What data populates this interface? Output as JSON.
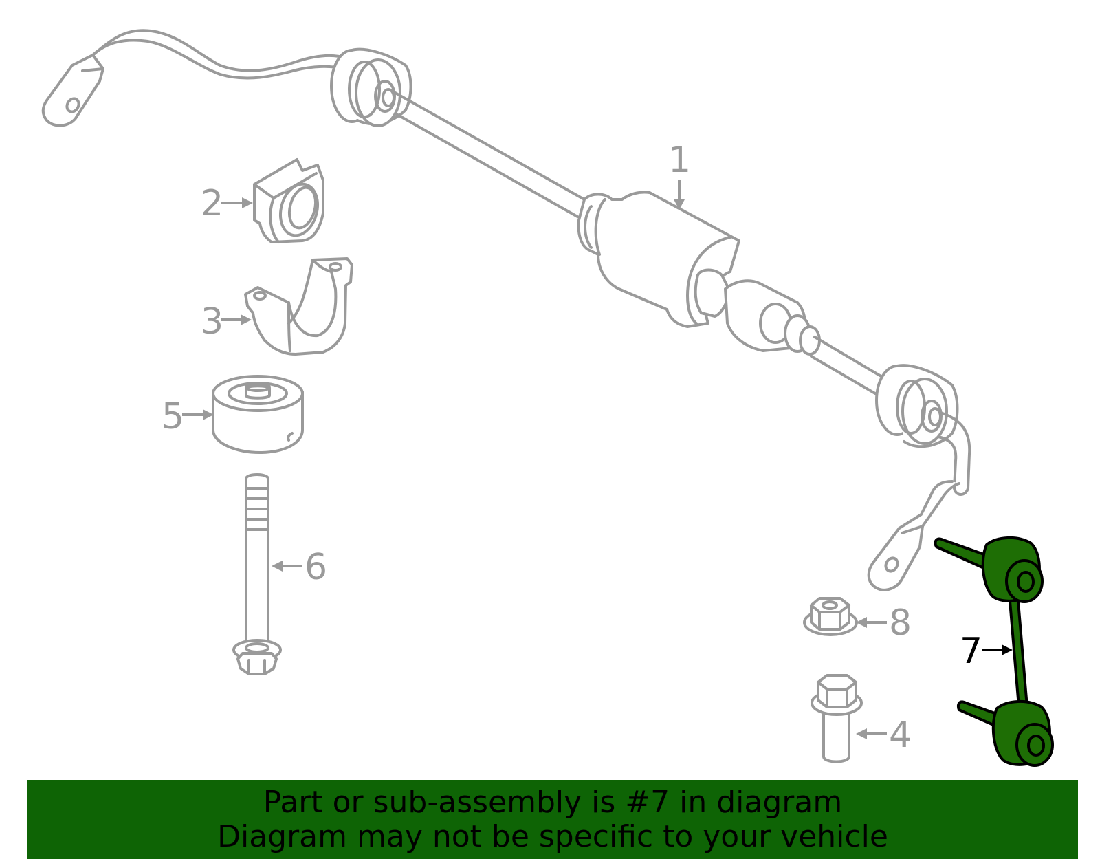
{
  "diagram": {
    "callouts": {
      "c1": "1",
      "c2": "2",
      "c3": "3",
      "c4": "4",
      "c5": "5",
      "c6": "6",
      "c7": "7",
      "c8": "8"
    },
    "highlighted_part": "7",
    "colors": {
      "part_outline": "#9a9a9a",
      "highlight_fill": "#1e6e05",
      "banner_background": "#0e6405"
    }
  },
  "banner": {
    "line1": "Part or sub-assembly is #7 in diagram",
    "line2": "Diagram may not be specific to your vehicle"
  }
}
